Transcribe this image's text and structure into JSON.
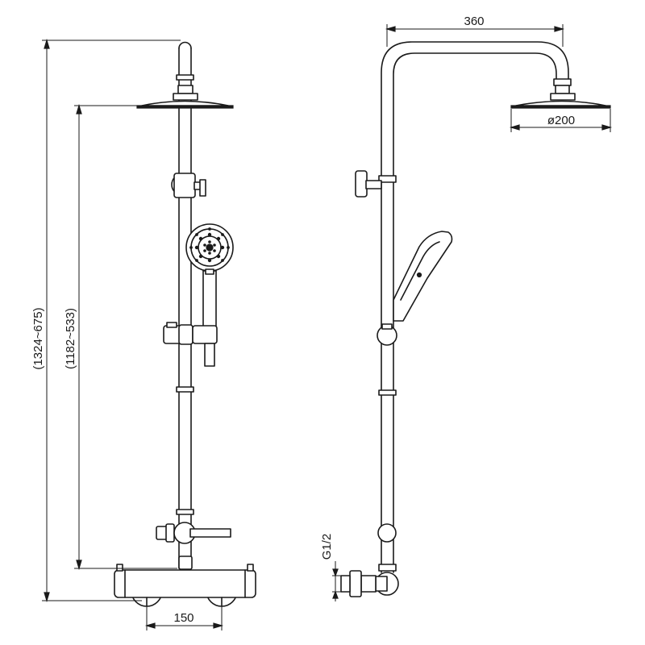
{
  "dimensions": {
    "total_height": "(1324~675)",
    "slider_height": "(1182~533)",
    "arm_length": "360",
    "head_diameter": "ø200",
    "thread": "G1/2",
    "inlet_spacing": "150"
  },
  "colors": {
    "line": "#1a1a1a",
    "background": "#ffffff"
  }
}
